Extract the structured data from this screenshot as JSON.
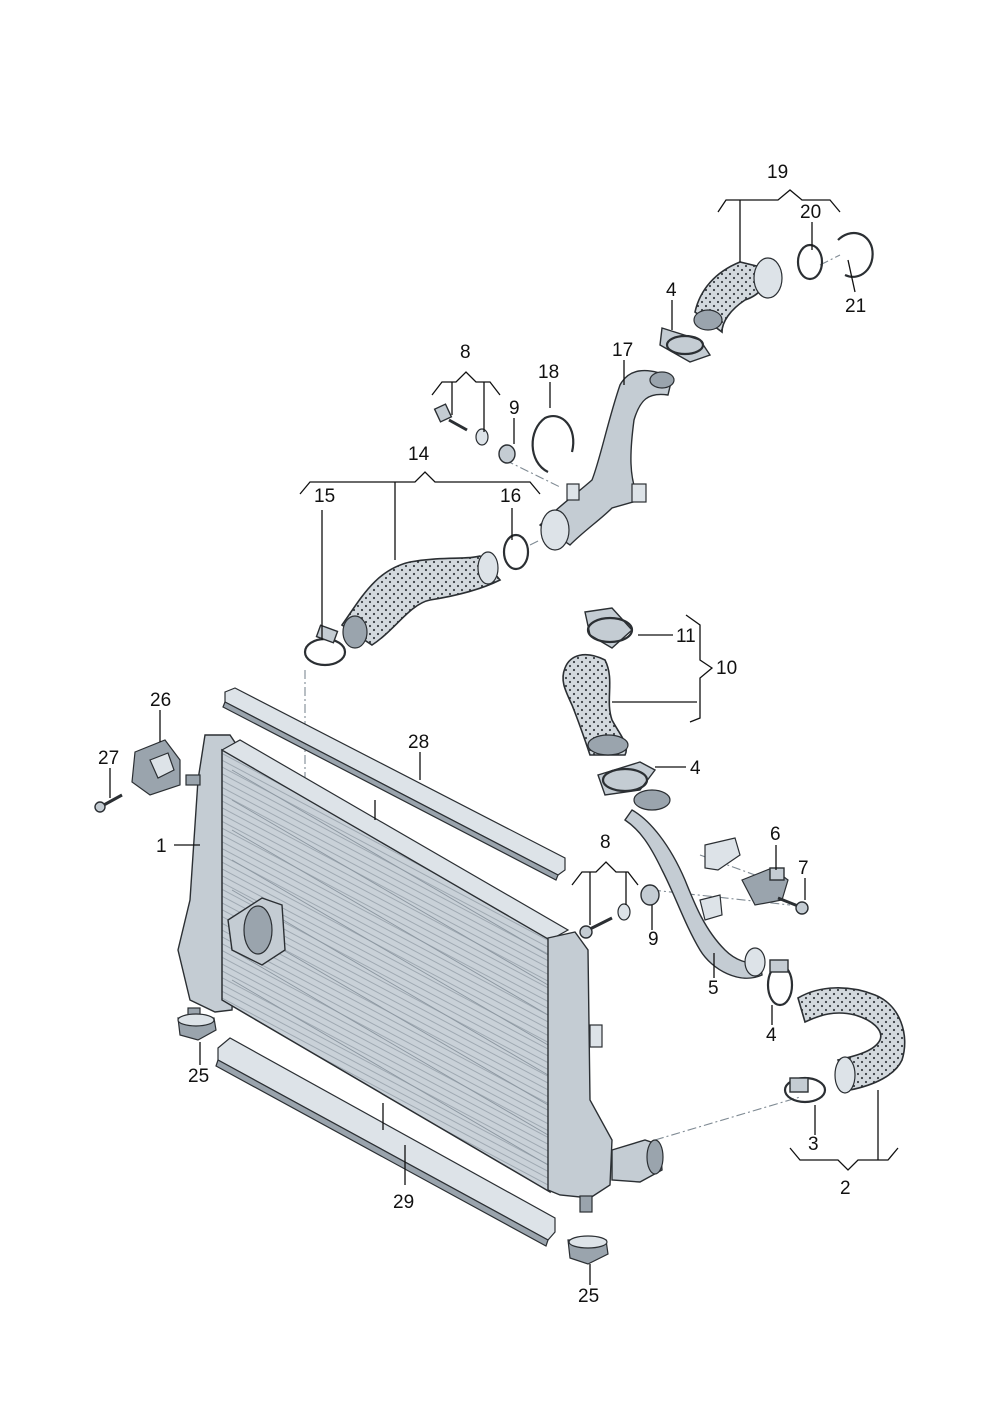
{
  "labels": {
    "n1": "1",
    "n2": "2",
    "n3": "3",
    "n4a": "4",
    "n4b": "4",
    "n4c": "4",
    "n5": "5",
    "n6": "6",
    "n7": "7",
    "n8a": "8",
    "n8b": "8",
    "n9a": "9",
    "n9b": "9",
    "n10": "10",
    "n11": "11",
    "n14": "14",
    "n15": "15",
    "n16": "16",
    "n17": "17",
    "n18": "18",
    "n19": "19",
    "n20": "20",
    "n21": "21",
    "n25a": "25",
    "n25b": "25",
    "n26": "26",
    "n27": "27",
    "n28": "28",
    "n29": "29"
  },
  "colors": {
    "metal": "#c4ccd3",
    "outline": "#2b2f33",
    "hose_dots": "#3a3f44"
  }
}
